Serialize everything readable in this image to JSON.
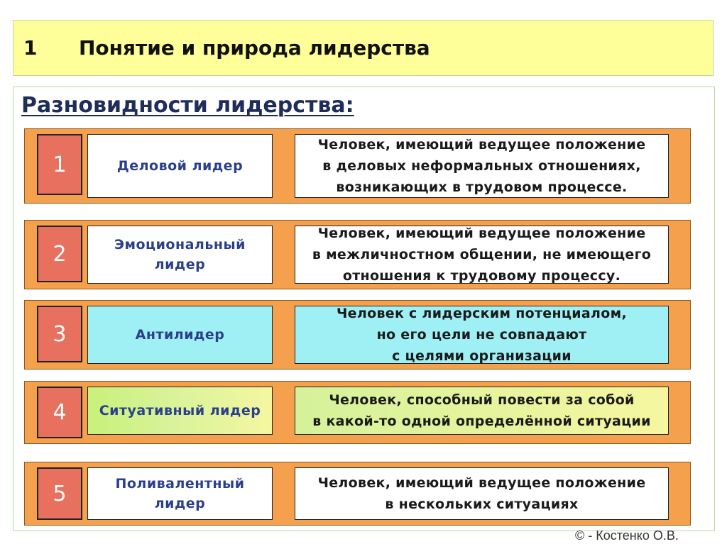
{
  "header": {
    "number": "1",
    "title": "Понятие и природа лидерства"
  },
  "subtitle": "Разновидности лидерства:",
  "rows": [
    {
      "number": "1",
      "label": "Деловой лидер",
      "description": "Человек, имеющий ведущее положение\nв деловых неформальных отношениях,\nвозникающих в трудовом процессе."
    },
    {
      "number": "2",
      "label": "Эмоциональный\nлидер",
      "description": "Человек, имеющий ведущее положение\nв межличностном общении, не имеющего\nотношения к трудовому процессу."
    },
    {
      "number": "3",
      "label": "Антилидер",
      "description": "Человек с лидерским потенциалом,\nно его цели не совпадают\nс целями организации"
    },
    {
      "number": "4",
      "label": "Ситуативный лидер",
      "description": "Человек, способный повести за собой\nв какой-то одной определённой ситуации"
    },
    {
      "number": "5",
      "label": "Поливалентный\nлидер",
      "description": "Человек, имеющий ведущее положение\nв нескольких ситуациях"
    }
  ],
  "footer": "© - Костенко О.В.",
  "colors": {
    "header_bg": "#ffff99",
    "row_bg": "#f5a04c",
    "number_bg": "#e8705e",
    "cyan": "#9ff0f5"
  }
}
